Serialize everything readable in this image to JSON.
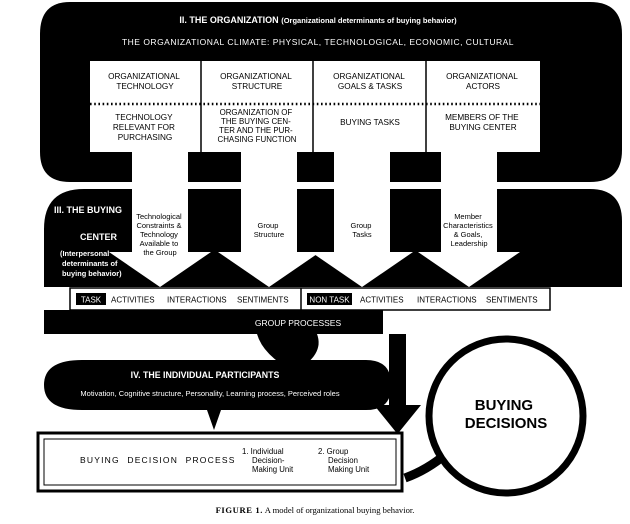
{
  "organization": {
    "title": "II. THE ORGANIZATION",
    "subtitle": "(Organizational determinants of buying behavior)",
    "climate": "THE ORGANIZATIONAL CLIMATE: PHYSICAL, TECHNOLOGICAL, ECONOMIC, CULTURAL",
    "columns": [
      {
        "header": [
          "ORGANIZATIONAL",
          "TECHNOLOGY"
        ],
        "body": [
          "TECHNOLOGY",
          "RELEVANT FOR",
          "PURCHASING"
        ]
      },
      {
        "header": [
          "ORGANIZATIONAL",
          "STRUCTURE"
        ],
        "body": [
          "ORGANIZATION OF",
          "THE BUYING CEN-",
          "TER AND THE PUR-",
          "CHASING FUNCTION"
        ]
      },
      {
        "header": [
          "ORGANIZATIONAL",
          "GOALS & TASKS"
        ],
        "body": [
          "BUYING TASKS"
        ]
      },
      {
        "header": [
          "ORGANIZATIONAL",
          "ACTORS"
        ],
        "body": [
          "MEMBERS OF THE",
          "BUYING CENTER"
        ]
      }
    ]
  },
  "buying_center": {
    "title_lines": [
      "III. THE BUYING",
      "CENTER"
    ],
    "subtitle_lines": [
      "(Interpersonal",
      "determinants of",
      "buying behavior)"
    ],
    "arrow_labels": [
      [
        "Technological",
        "Constraints &",
        "Technology",
        "Available to",
        "the Group"
      ],
      [
        "Group",
        "Structure"
      ],
      [
        "Group",
        "Tasks"
      ],
      [
        "Member",
        "Characteristics",
        "& Goals,",
        "Leadership"
      ]
    ],
    "task_label": "TASK",
    "non_task_label": "NON TASK",
    "activities": "ACTIVITIES",
    "interactions": "INTERACTIONS",
    "sentiments": "SENTIMENTS",
    "group_processes": "GROUP PROCESSES"
  },
  "individual": {
    "title": "IV. THE INDIVIDUAL PARTICIPANTS",
    "factors": "Motivation, Cognitive structure, Personality, Learning process, Perceived roles"
  },
  "decision_process": {
    "label": "BUYING DECISION PROCESS",
    "unit1": [
      "1. Individual",
      "Decision-",
      "Making Unit"
    ],
    "unit2": [
      "2. Group",
      "Decision",
      "Making Unit"
    ]
  },
  "buying_decisions": [
    "BUYING",
    "DECISIONS"
  ],
  "caption": {
    "figure": "FIGURE 1.",
    "text": "A model of organizational buying behavior."
  }
}
